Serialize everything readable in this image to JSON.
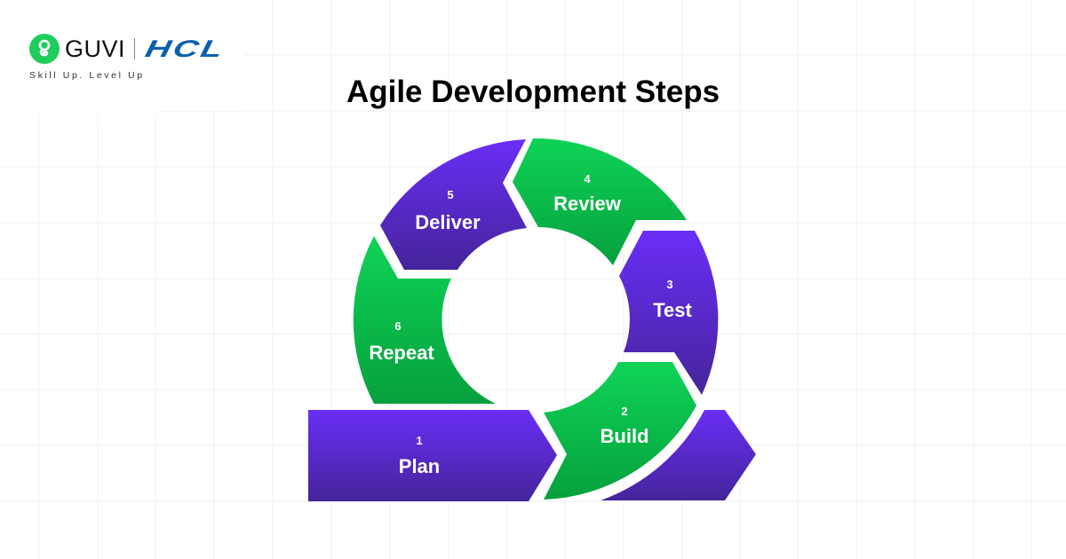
{
  "header": {
    "brand_name": "GUVI",
    "partner_name": "HCL",
    "tagline": "Skill Up. Level Up"
  },
  "title": "Agile Development Steps",
  "colors": {
    "purple_top": "#6a2ef7",
    "purple_bottom": "#45249a",
    "green_top": "#0fd357",
    "green_bottom": "#06a03d",
    "guvi_green": "#1fce5a",
    "hcl_blue": "#0b5fae",
    "grid": "#efefef"
  },
  "steps": [
    {
      "number": "1",
      "label": "Plan"
    },
    {
      "number": "2",
      "label": "Build"
    },
    {
      "number": "3",
      "label": "Test"
    },
    {
      "number": "4",
      "label": "Review"
    },
    {
      "number": "5",
      "label": "Deliver"
    },
    {
      "number": "6",
      "label": "Repeat"
    }
  ]
}
